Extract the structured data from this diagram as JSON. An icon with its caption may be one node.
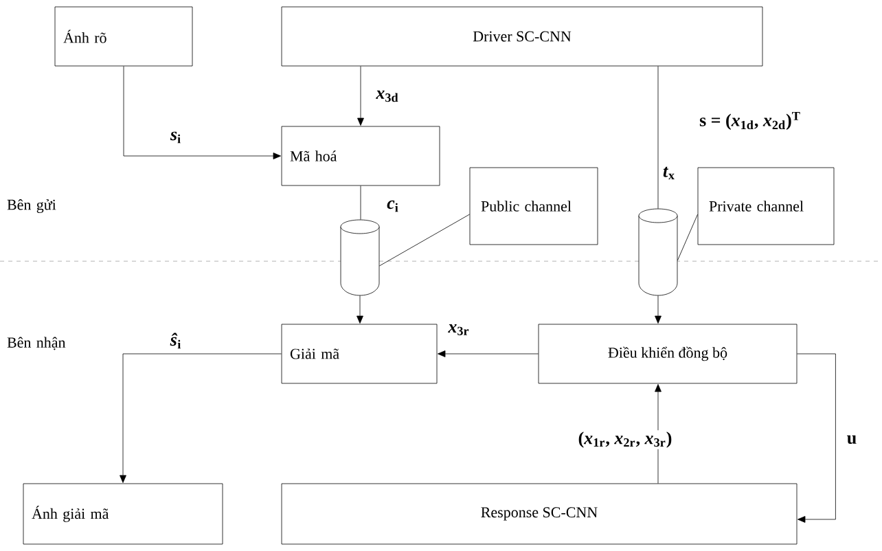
{
  "diagram": {
    "nodes": [
      {
        "text": [
          "Ánh rõ"
        ]
      },
      {
        "text": [
          "Driver SC-CNN"
        ]
      },
      {
        "text": [
          "Mã hoá"
        ]
      },
      {
        "text": [],
        "shape": "cylinder"
      },
      {
        "text": [
          "Public channel"
        ]
      },
      {
        "text": [],
        "shape": "cylinder"
      },
      {
        "text": [
          "Private channel"
        ]
      },
      {
        "text": [
          "Giải mã"
        ]
      },
      {
        "text": [
          "Điều khiển đồng bộ"
        ]
      },
      {
        "text": [
          "Ánh giải mã"
        ]
      },
      {
        "text": [
          "Response SC-CNN"
        ]
      }
    ],
    "edges": [
      {
        "from": 0,
        "to": 2,
        "arrow": "to",
        "label": "*s*$_{i}$"
      },
      {
        "from": 1,
        "to": 2,
        "arrow": "to",
        "label": "*x*$_{3d}$"
      },
      {
        "from": 2,
        "to": 3,
        "arrow": "none",
        "label": "*c*$_{i}$"
      },
      {
        "from": 3,
        "to": 7,
        "arrow": "to"
      },
      {
        "from": 4,
        "to": 3,
        "arrow": "none"
      },
      {
        "from": 1,
        "to": 5,
        "arrow": "none",
        "label": "**s** = (*x*$_{1d}$, *x*$_{2d}$)$^{T}$"
      },
      {
        "from": 6,
        "to": 5,
        "arrow": "none"
      },
      {
        "from": 5,
        "to": 8,
        "arrow": "to"
      },
      {
        "from": 8,
        "to": 7,
        "arrow": "to",
        "label": "*x*$_{3r}$"
      },
      {
        "from": 10,
        "to": 8,
        "arrow": "to",
        "label": "(*x*$_{1r}$, *x*$_{2r}$, *x*$_{3r}$)"
      },
      {
        "from": 8,
        "to": 10,
        "arrow": "to",
        "label": "u"
      },
      {
        "from": 7,
        "to": 9,
        "arrow": "to",
        "label": "*ŝ*$_{i}$"
      }
    ],
    "labels": [
      "Bên gửi",
      "*t*$_{x}$",
      "Bên nhận"
    ]
  }
}
